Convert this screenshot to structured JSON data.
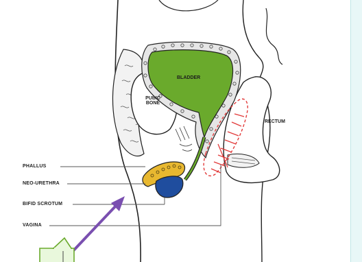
{
  "labels": {
    "bladder": "BLADDER",
    "pubic_bone": "PUBIC BONE",
    "rectum": "RECTUM",
    "phallus": "PHALLUS",
    "neo_urethra": "NEO-URETHRA",
    "bifid_scrotum": "BIFID SCROTUM",
    "vagina": "VAGINA"
  },
  "colors": {
    "bladder": "#6aaa2c",
    "neo_urethra": "#e8b830",
    "scrotum": "#1f4d9e",
    "vagina_outline": "#e23a3a",
    "arrow": "#7a4fb0",
    "arrow_callout_fill": "#e9f8dc",
    "arrow_callout_border": "#6aaa2c",
    "right_strip": "#e8f7f7"
  },
  "icons": {
    "arrow": "purple-pointer-arrow",
    "callout": "green-callout-box"
  }
}
